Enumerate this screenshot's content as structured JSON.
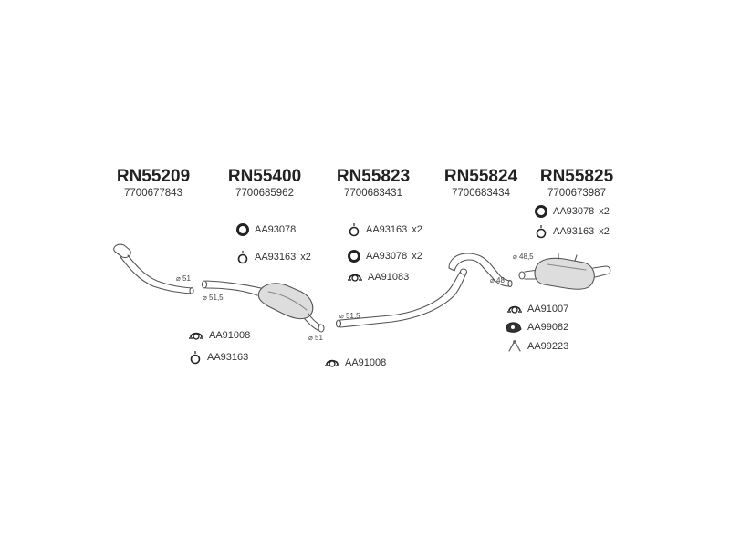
{
  "groups": [
    {
      "code": "RN55209",
      "oe": "7700677843"
    },
    {
      "code": "RN55400",
      "oe": "7700685962"
    },
    {
      "code": "RN55823",
      "oe": "7700683431"
    },
    {
      "code": "RN55824",
      "oe": "7700683434"
    },
    {
      "code": "RN55825",
      "oe": "7700673987"
    }
  ],
  "parts": [
    {
      "ref": "AA93078",
      "qty": "",
      "icon": "rubber-ring-icon"
    },
    {
      "ref": "AA93163",
      "qty": "x2",
      "icon": "gasket-ring-icon"
    },
    {
      "ref": "AA91008",
      "qty": "",
      "icon": "clamp-icon"
    },
    {
      "ref": "AA93163",
      "qty": "",
      "icon": "gasket-ring-icon"
    },
    {
      "ref": "AA93163",
      "qty": "x2",
      "icon": "gasket-ring-icon"
    },
    {
      "ref": "AA93078",
      "qty": "x2",
      "icon": "rubber-ring-icon"
    },
    {
      "ref": "AA91083",
      "qty": "",
      "icon": "clamp-icon"
    },
    {
      "ref": "AA91008",
      "qty": "",
      "icon": "clamp-icon"
    },
    {
      "ref": "AA93078",
      "qty": "x2",
      "icon": "rubber-ring-icon"
    },
    {
      "ref": "AA93163",
      "qty": "x2",
      "icon": "gasket-ring-icon"
    },
    {
      "ref": "AA91007",
      "qty": "",
      "icon": "clamp-icon"
    },
    {
      "ref": "AA99082",
      "qty": "",
      "icon": "heat-shield-icon"
    },
    {
      "ref": "AA99223",
      "qty": "",
      "icon": "hanger-icon"
    }
  ],
  "dimensions": [
    "⌀ 51",
    "⌀ 51,5",
    "⌀ 51",
    "⌀ 51,5",
    "⌀ 48",
    "⌀ 48,5"
  ]
}
